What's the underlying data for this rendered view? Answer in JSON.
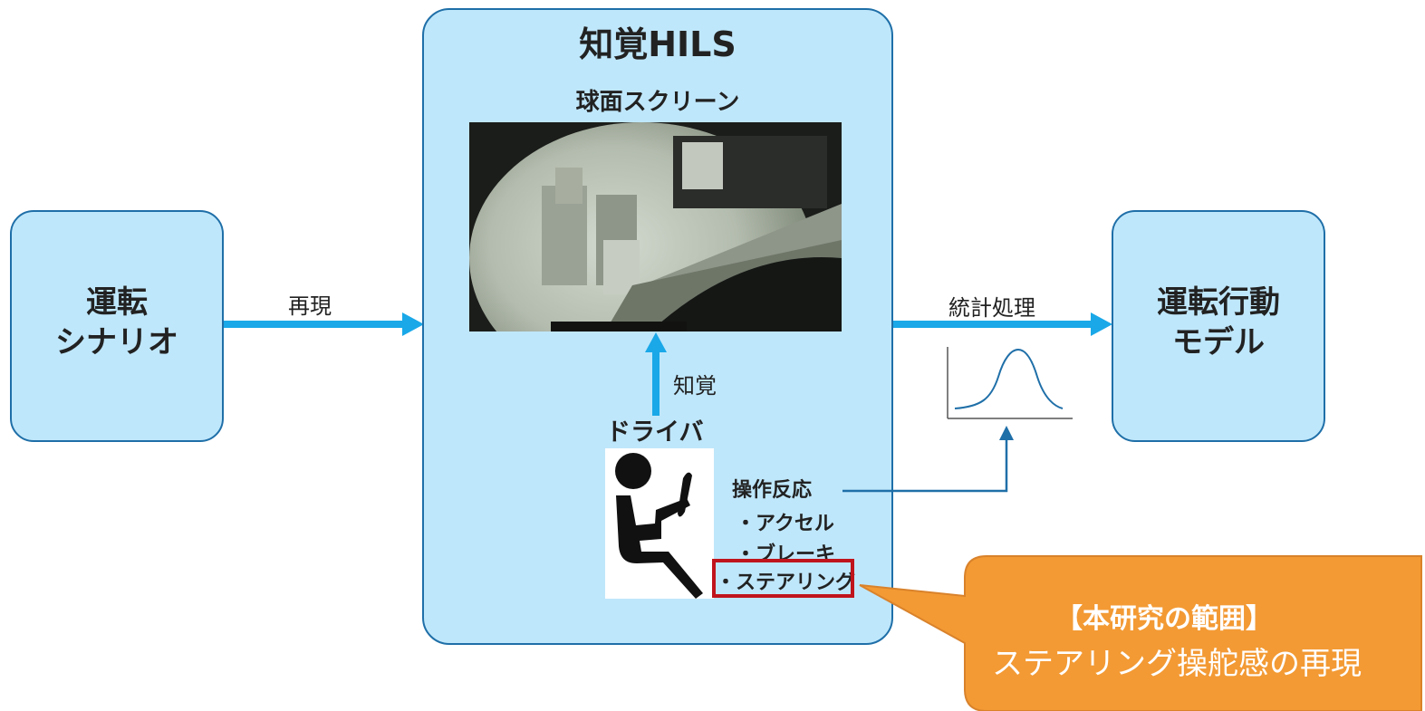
{
  "left_box": {
    "line1": "運転",
    "line2": "シナリオ"
  },
  "right_box": {
    "line1": "運転行動",
    "line2": "モデル"
  },
  "center_box": {
    "title": "知覚HILS",
    "screen_label": "球面スクリーン",
    "perception_label": "知覚",
    "driver_label": "ドライバ",
    "operations_title": "操作反応",
    "operations": [
      "・アクセル",
      "・ブレーキ",
      "・ステアリング"
    ]
  },
  "arrows": {
    "reproduce_label": "再現",
    "stats_label": "統計処理"
  },
  "callout": {
    "title": "【本研究の範囲】",
    "body": "ステアリング操舵感の再現"
  },
  "colors": {
    "box_fill": "#bfe7fb",
    "box_border": "#1f6fa8",
    "arrow": "#1aa8e8",
    "line": "#1f6fa8",
    "highlight": "#c0141c",
    "callout_fill": "#f39a34",
    "callout_border": "#d9822b",
    "photo_dark": "#1b1d1a"
  },
  "icons": [
    "driver-seated-icon",
    "distribution-curve-icon",
    "simulator-screen-photo"
  ]
}
